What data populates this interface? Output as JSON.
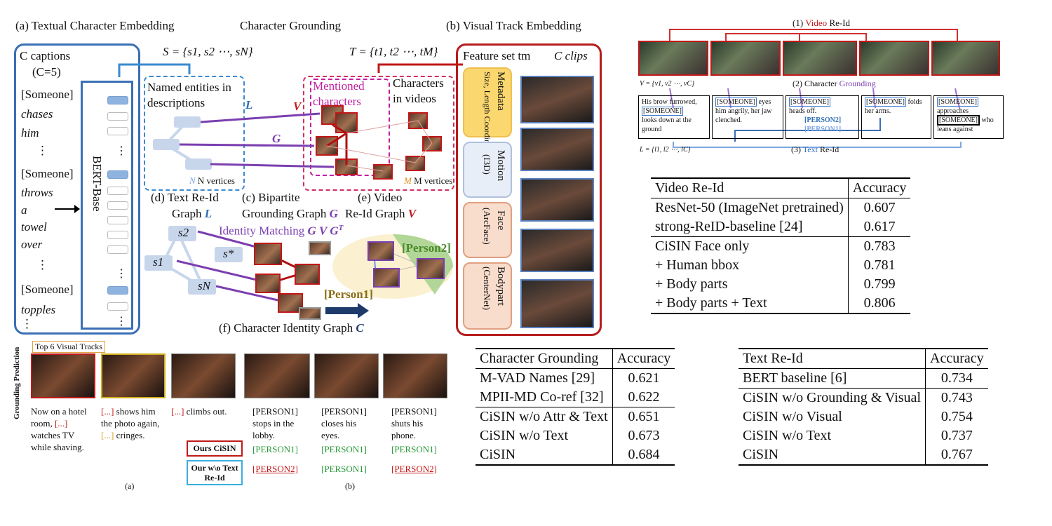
{
  "fig_left": {
    "panel_a_title": "(a) Textual Character Embedding",
    "grounding_title": "Character Grounding",
    "panel_b_title": "(b) Visual Track Embedding",
    "captions_label": "C captions",
    "captions_count": "(C=5)",
    "caption_lines": [
      "[Someone]",
      "chases",
      "him",
      "⋮",
      "[Someone]",
      "throws",
      "a",
      "towel",
      "over",
      "⋮",
      "[Someone]",
      "topples",
      "⋮"
    ],
    "bert_label": "BERT-Base",
    "s_set": "S = {s1, s2 ⋯, sN}",
    "t_set": "T = {t1, t2 ⋯, tM}",
    "named_entities": "Named entities in descriptions",
    "L_label": "L",
    "V_label": "V",
    "G_label": "G",
    "mentioned_chars": "Mentioned characters",
    "chars_in_videos": "Characters in videos",
    "n_vertices": "N vertices",
    "m_vertices": "M vertices",
    "feature_set": "Feature set tm",
    "c_clips": "C clips",
    "feat_metadata": "Metadata",
    "feat_metadata_sub": "Size, Length Coordinate",
    "feat_motion": "Motion",
    "feat_motion_sub": "(I3D)",
    "feat_face": "Face",
    "feat_face_sub": "(ArcFace)",
    "feat_body": "Bodypart",
    "feat_body_sub": "(CenterNet)",
    "panel_d": "(d) Text Re-Id",
    "panel_d2": "Graph",
    "panel_c": "(c) Bipartite",
    "panel_c2": "Grounding Graph",
    "panel_e": "(e) Video",
    "panel_e2": "Re-Id Graph",
    "identity_matching": "Identity Matching",
    "gvgt": "G V G",
    "gvgt_sup": "T",
    "s2": "s2",
    "s1": "s1",
    "sN": "sN",
    "sstar": "s*",
    "person1": "[Person1]",
    "person2": "[Person2]",
    "panel_f": "(f) Character Identity Graph",
    "panel_f_c": "C"
  },
  "fig_right_top": {
    "video_reid": "(1) Video Re-Id",
    "video_reid_prefix": "(1) ",
    "video_reid_word": "Video",
    "video_reid_suffix": " Re-Id",
    "v_set": "V = {v1, v2 ⋯, vC}",
    "char_grounding_prefix": "(2) Character ",
    "char_grounding_word": "Grounding",
    "l_set": "L = {l1, l2 ⋯, lC}",
    "text_reid_prefix": "(3) ",
    "text_reid_word": "Text",
    "text_reid_suffix": " Re-Id",
    "desc1": "His brow furrowed,",
    "desc1b": "[SOMEONE]",
    "desc1c": "looks down at the ground",
    "desc2a": "[SOMEONE]",
    "desc2b": " eyes him angrily, her jaw clenched.",
    "desc3a": "[SOMEONE]",
    "desc3b": "heads off.",
    "desc3c": "[PERSON2]",
    "desc3d": "[PERSON1]",
    "desc4a": "[SOMEONE]",
    "desc4b": " folds her arms.",
    "desc5a": "[SOMEONE]",
    "desc5b": "approaches",
    "desc5c": "[SOMEONE]",
    "desc5d": " who leans against"
  },
  "fig_bottom": {
    "top6": "Top 6 Visual Tracks",
    "grounding_prediction": "Grounding Prediction",
    "cap1": "Now on a hotel room, [...] watches TV while shaving.",
    "cap1_a": "Now on a hotel",
    "cap1_b": "room, ",
    "cap1_c": "[...]",
    "cap1_d": "watches TV",
    "cap1_e": "while shaving.",
    "cap2_a": "[...]",
    "cap2_b": " shows him",
    "cap2_c": "the photo again,",
    "cap2_d": "[...]",
    "cap2_e": " cringes.",
    "cap3_a": "[...]",
    "cap3_b": " climbs out.",
    "cap4": "[PERSON1] stops in the lobby.",
    "cap4_a": "[PERSON1]",
    "cap4_b": "stops in the",
    "cap4_c": "lobby.",
    "cap5_a": "[PERSON1]",
    "cap5_b": "closes his",
    "cap5_c": "eyes.",
    "cap6_a": "[PERSON1]",
    "cap6_b": "shuts his",
    "cap6_c": "phone.",
    "ours_label": "Ours CiSIN",
    "ours_wo_label": "Our w\\o Text Re-Id",
    "pred_ours": [
      "[PERSON1]",
      "[PERSON1]",
      "[PERSON1]"
    ],
    "pred_wo": [
      "[PERSON2]",
      "[PERSON1]",
      "[PERSON2]"
    ],
    "sub_a": "(a)",
    "sub_b": "(b)"
  },
  "table_video": {
    "headers": [
      "Video Re-Id",
      "Accuracy"
    ],
    "rows": [
      [
        "ResNet-50 (ImageNet pretrained)",
        "0.607"
      ],
      [
        "strong-ReID-baseline [24]",
        "0.617"
      ],
      [
        "CiSIN Face only",
        "0.783"
      ],
      [
        "+ Human bbox",
        "0.781"
      ],
      [
        "+ Body parts",
        "0.799"
      ],
      [
        "+ Body parts + Text",
        "0.806"
      ]
    ]
  },
  "table_grounding": {
    "headers": [
      "Character Grounding",
      "Accuracy"
    ],
    "rows": [
      [
        "M-VAD Names [29]",
        "0.621"
      ],
      [
        "MPII-MD Co-ref [32]",
        "0.622"
      ],
      [
        "CiSIN w/o Attr & Text",
        "0.651"
      ],
      [
        "CiSIN w/o Text",
        "0.673"
      ],
      [
        "CiSIN",
        "0.684"
      ]
    ]
  },
  "table_text": {
    "headers": [
      "Text Re-Id",
      "Accuracy"
    ],
    "rows": [
      [
        "BERT baseline [6]",
        "0.734"
      ],
      [
        "CiSIN w/o Grounding & Visual",
        "0.743"
      ],
      [
        "CiSIN w/o Visual",
        "0.754"
      ],
      [
        "CiSIN w/o Text",
        "0.737"
      ],
      [
        "CiSIN",
        "0.767"
      ]
    ]
  },
  "colors": {
    "blue": "#3a6fb5",
    "red": "#b51c1c",
    "purple": "#7b3fb0",
    "green": "#2a9a3a"
  }
}
